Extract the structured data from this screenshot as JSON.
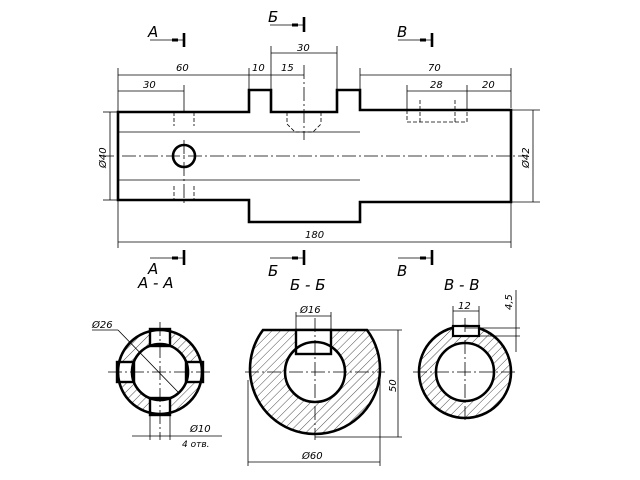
{
  "main_view": {
    "section_labels": {
      "a_top": "А",
      "b_top": "Б",
      "v_top": "В",
      "a_bottom": "А",
      "b_bottom": "Б",
      "v_bottom": "В"
    },
    "dims": {
      "d60": "60",
      "d30_left": "30",
      "d10": "10",
      "d15": "15",
      "d30_slot": "30",
      "d70": "70",
      "d28": "28",
      "d20": "20",
      "d180": "180",
      "dia40": "Ø40",
      "dia42": "Ø42"
    }
  },
  "sections": {
    "aa": {
      "title": "А - А",
      "dia26": "Ø26",
      "dia10": "Ø10",
      "holes_note": "4 отв."
    },
    "bb": {
      "title": "Б - Б",
      "dia16": "Ø16",
      "d50": "50",
      "dia60": "Ø60"
    },
    "vv": {
      "title": "В - В",
      "d12": "12",
      "d45": "4,5"
    }
  }
}
